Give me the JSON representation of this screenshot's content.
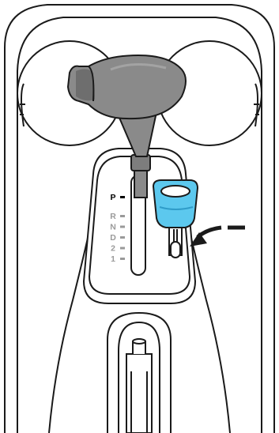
{
  "colors": {
    "outline": "#1a1a1a",
    "knob": "#8a8a8a",
    "knob_light": "#a3a3a3",
    "knob_dark": "#6e6e6e",
    "key": "#5cc8ee",
    "key_dark": "#2f9cc9",
    "active_gear": "#000000",
    "inactive_gear": "#9a9a9a"
  },
  "gear_positions": [
    {
      "label": "P",
      "active": true
    },
    {
      "label": "R",
      "active": false
    },
    {
      "label": "N",
      "active": false
    },
    {
      "label": "D",
      "active": false
    },
    {
      "label": "2",
      "active": false
    },
    {
      "label": "1",
      "active": false
    }
  ],
  "icons": {
    "shift_knob": "shift-knob-icon",
    "key": "key-icon",
    "arrow": "insert-arrow-icon"
  }
}
